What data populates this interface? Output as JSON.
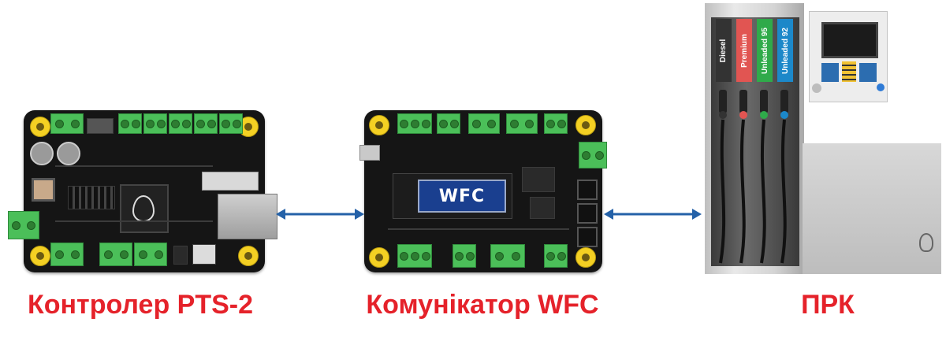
{
  "captions": {
    "controller": "Контролер PTS-2",
    "communicator": "Комунікатор WFC",
    "dispenser": "ПРК"
  },
  "wfc_display": "WFC",
  "nozzle_labels": [
    "Diesel",
    "Premium",
    "Unleaded 95",
    "Unleaded 92"
  ],
  "colors": {
    "caption": "#e5222a",
    "arrow": "#2461a8",
    "terminal": "#4bbf59",
    "mount_hole": "#f4d023",
    "diesel": "#333333",
    "premium": "#e15552",
    "unleaded_95": "#2faa4a",
    "unleaded_92": "#1c88c9"
  }
}
